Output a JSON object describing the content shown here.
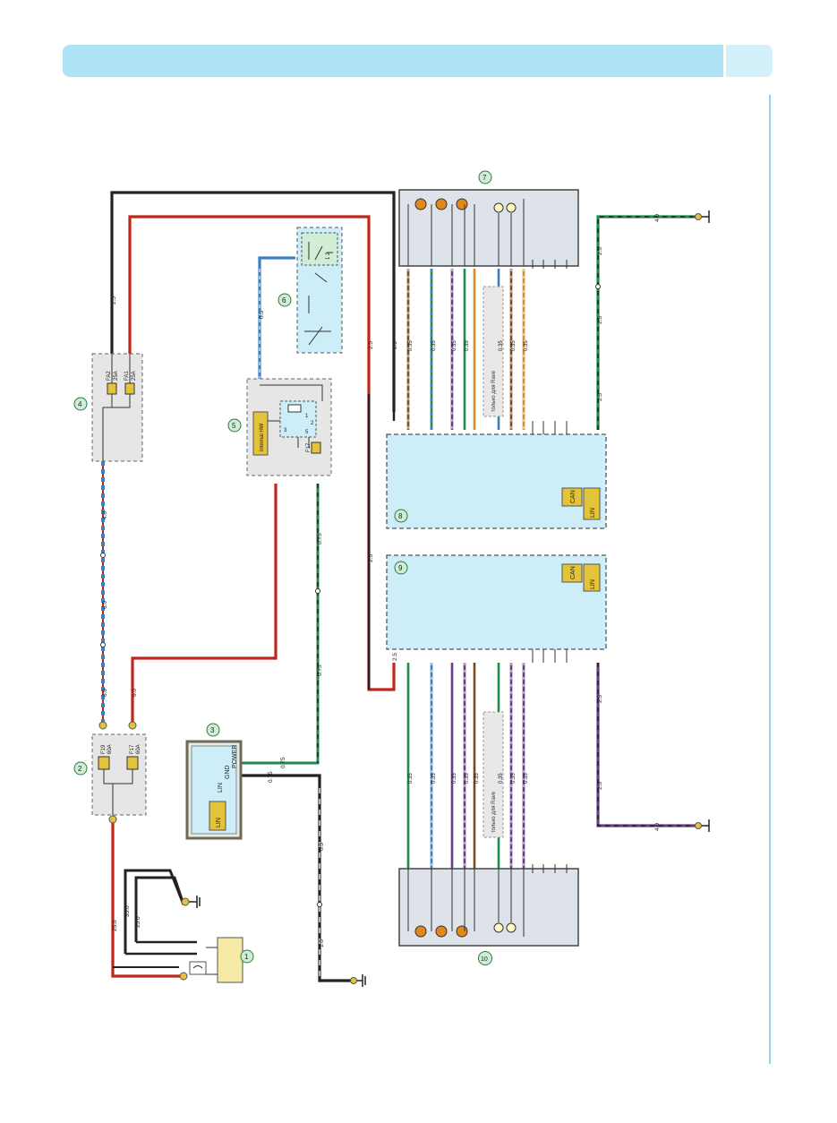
{
  "callouts": [
    "1",
    "2",
    "3",
    "4",
    "5",
    "6",
    "7",
    "8",
    "9",
    "10"
  ],
  "wire_labels": {
    "w_top_25": "2.5",
    "w_fa_link": "2.5",
    "w_40_a": "4.0",
    "w_60_a": "6.0",
    "w_60_b": "6.0",
    "w_60_c": "6.0",
    "w_250_a": "25.0",
    "w_350": "35.0",
    "w_250_b": "25.0",
    "w_05_relay": "0.5",
    "w_075_a": "0.75",
    "w_075_b": "0.75",
    "w_075_c": "0.75",
    "w_075_d": "0.75",
    "w_05_gnd": "0.5",
    "w_10_gnd": "1.0",
    "w_25_mid_a": "2.5",
    "w_25_mid_b": "2.5",
    "w_25_mid_c": "2.5",
    "w_25_r1": "2.5",
    "w_25_r2": "2.5",
    "w_25_r3": "2.5",
    "w_40_r_top": "4.0",
    "w_25_r4": "2.5",
    "w_25_r5": "2.5",
    "w_40_r_bot": "4.0",
    "w_035": "0.35"
  },
  "fuses": {
    "fa2_name": "FA2",
    "fa2_rating": "25A",
    "fa1_name": "FA1",
    "fa1_rating": "25A",
    "f19_name": "F19",
    "f19_rating": "60A",
    "f17m_name": "F17",
    "f17m_rating": "60A",
    "f17_small": "F17"
  },
  "module3": {
    "lin": "LIN",
    "gnd": "GND",
    "power": "POWER",
    "lin_badge": "LIN"
  },
  "module5": {
    "internal_hw": "internal HW",
    "pin1": "1",
    "pin2": "2",
    "pin3": "3",
    "pin5": "5"
  },
  "module6": {
    "pin_labels": "1 2"
  },
  "ecu8": {
    "can": "CAN",
    "lin": "LIN"
  },
  "ecu9": {
    "can": "CAN",
    "lin": "LIN"
  },
  "twisted_pair_note_top": "только для Rave",
  "twisted_pair_note_bottom": "только для Rave",
  "colors": {
    "red": "#c0271c",
    "black": "#222222",
    "orange": "#e08a1e",
    "blue": "#3b7fc4",
    "green": "#1f8a4c",
    "brown": "#7a4a20",
    "violet": "#6b3c8a",
    "panel_grey": "#dde3e8",
    "ecu_blue": "#cdeef9",
    "fuse_yellow": "#e2c33a",
    "callout_green": "#cfeed8"
  }
}
